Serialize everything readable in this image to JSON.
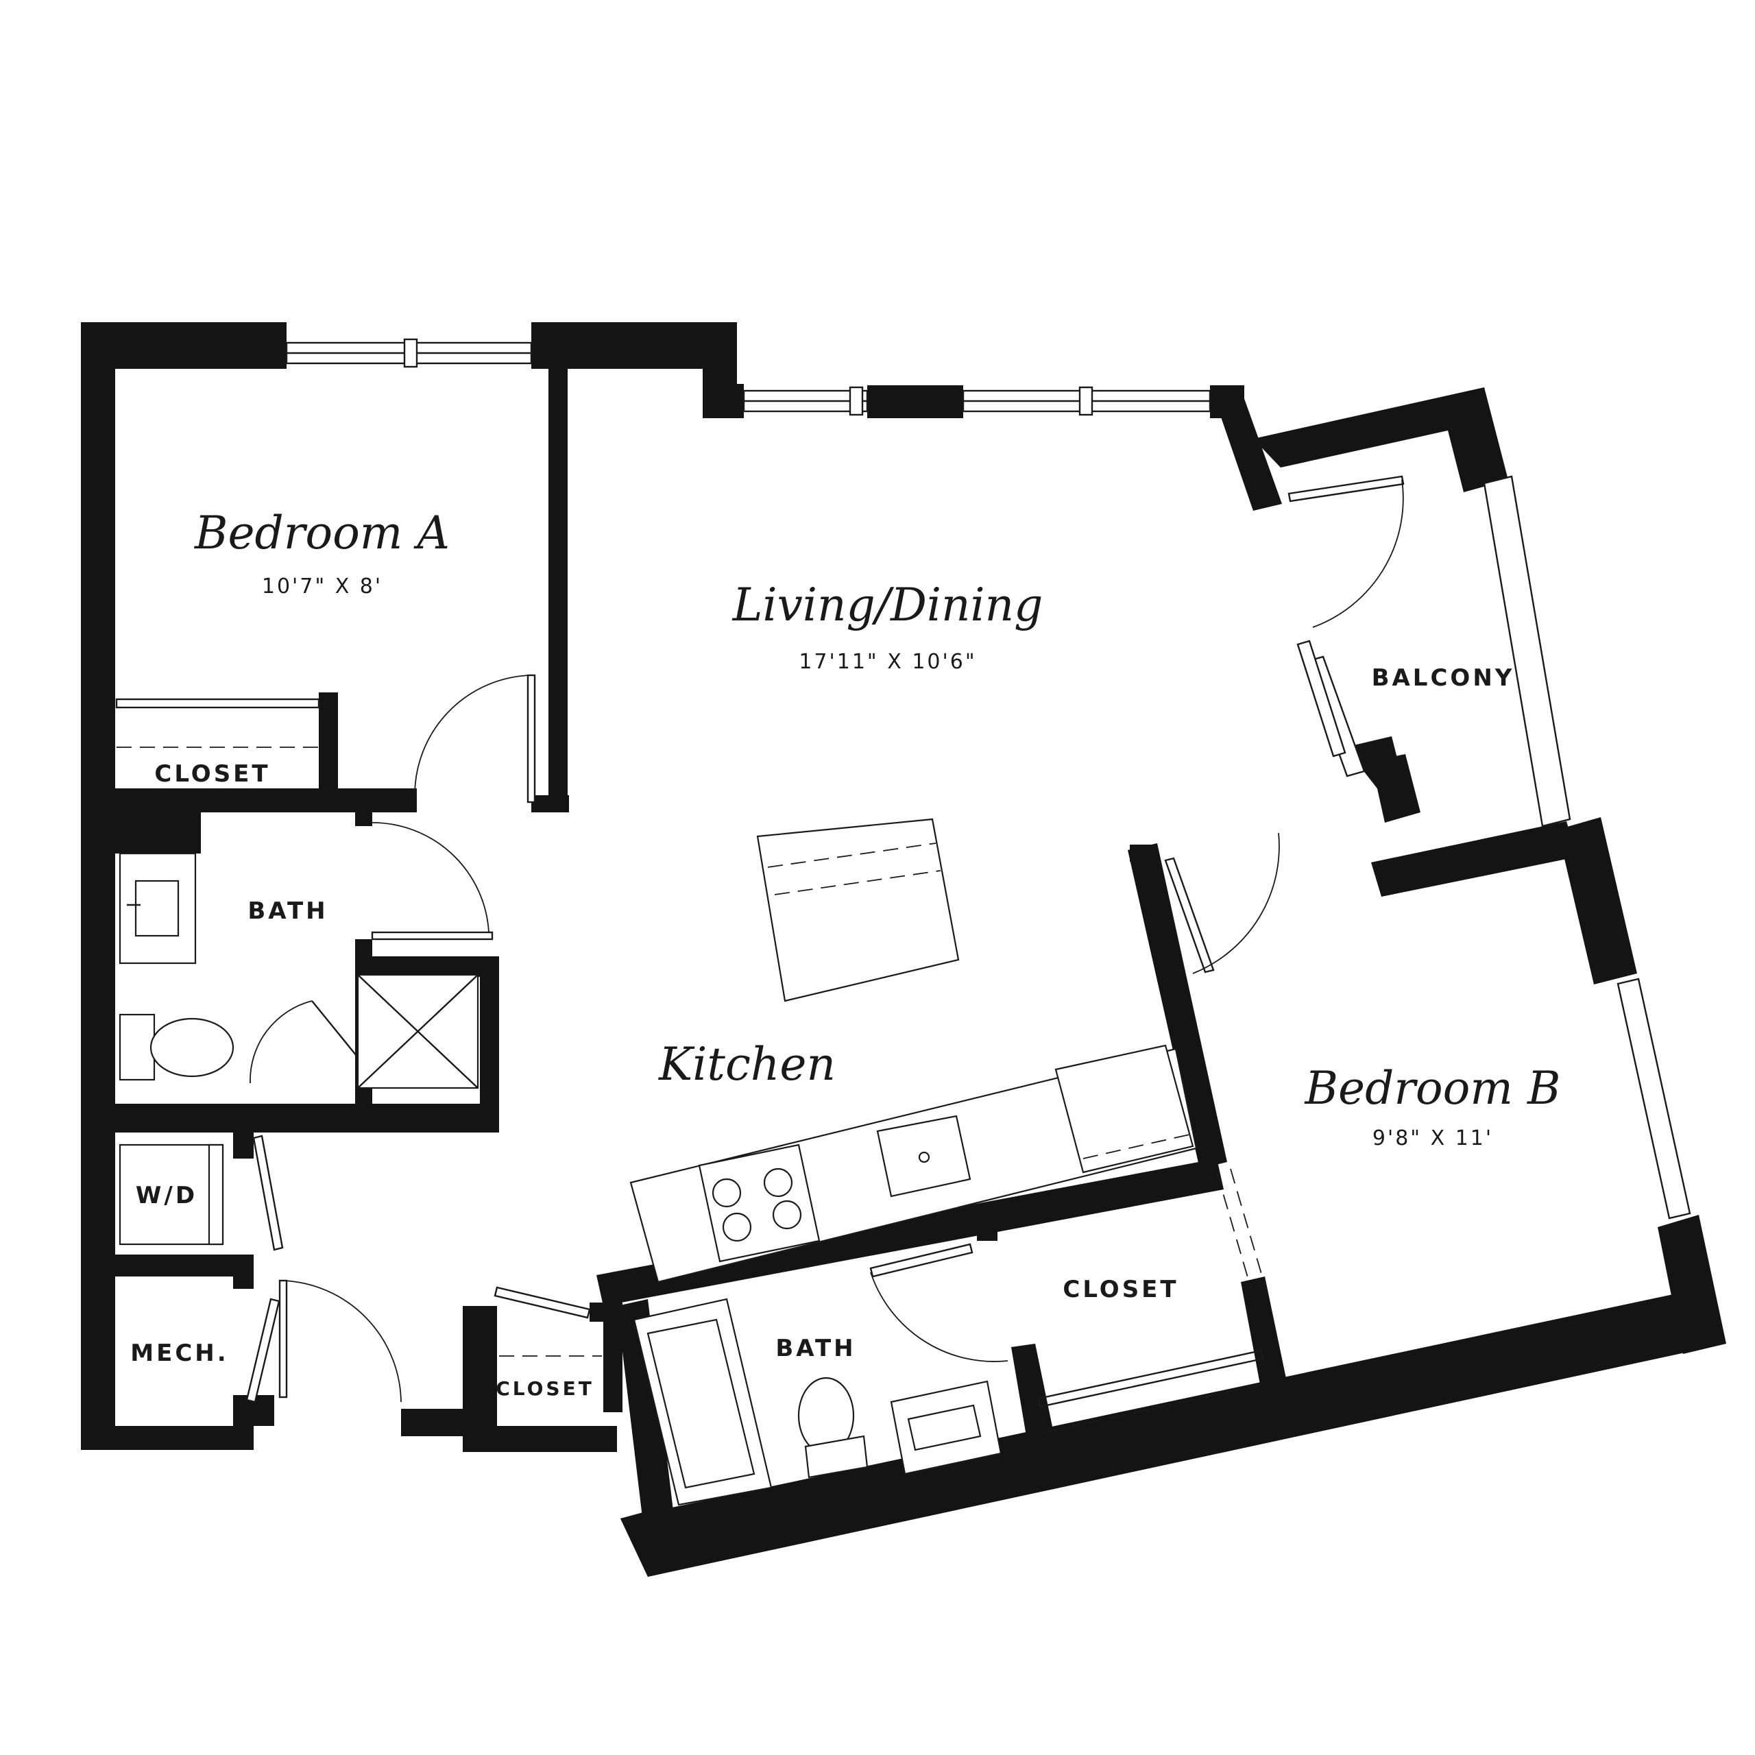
{
  "floorplan": {
    "rooms": {
      "bedroom_a": {
        "name": "Bedroom A",
        "dims": "10'7\" X 8'"
      },
      "living_dining": {
        "name": "Living/Dining",
        "dims": "17'11\" X 10'6\""
      },
      "kitchen": {
        "name": "Kitchen"
      },
      "bedroom_b": {
        "name": "Bedroom B",
        "dims": "9'8\" X 11'"
      },
      "balcony": {
        "label": "BALCONY"
      },
      "closet_a": {
        "label": "CLOSET"
      },
      "bath_a": {
        "label": "BATH"
      },
      "wd": {
        "label": "W/D"
      },
      "mech": {
        "label": "MECH."
      },
      "entry_closet": {
        "label": "CLOSET"
      },
      "bath_b": {
        "label": "BATH"
      },
      "closet_b": {
        "label": "CLOSET"
      }
    },
    "colors": {
      "wall": "#141414",
      "line": "#1a1a1a",
      "background": "#ffffff"
    }
  }
}
